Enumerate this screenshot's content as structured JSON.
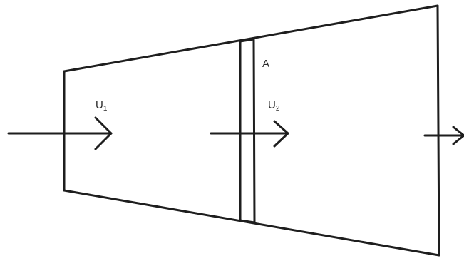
{
  "labels": {
    "area": "A",
    "u1_main": "U",
    "u1_sub": "1",
    "u2_main": "U",
    "u2_sub": "2"
  },
  "colors": {
    "stroke": "#1e1e1e",
    "text": "#2a2a2a",
    "background": "#ffffff"
  }
}
